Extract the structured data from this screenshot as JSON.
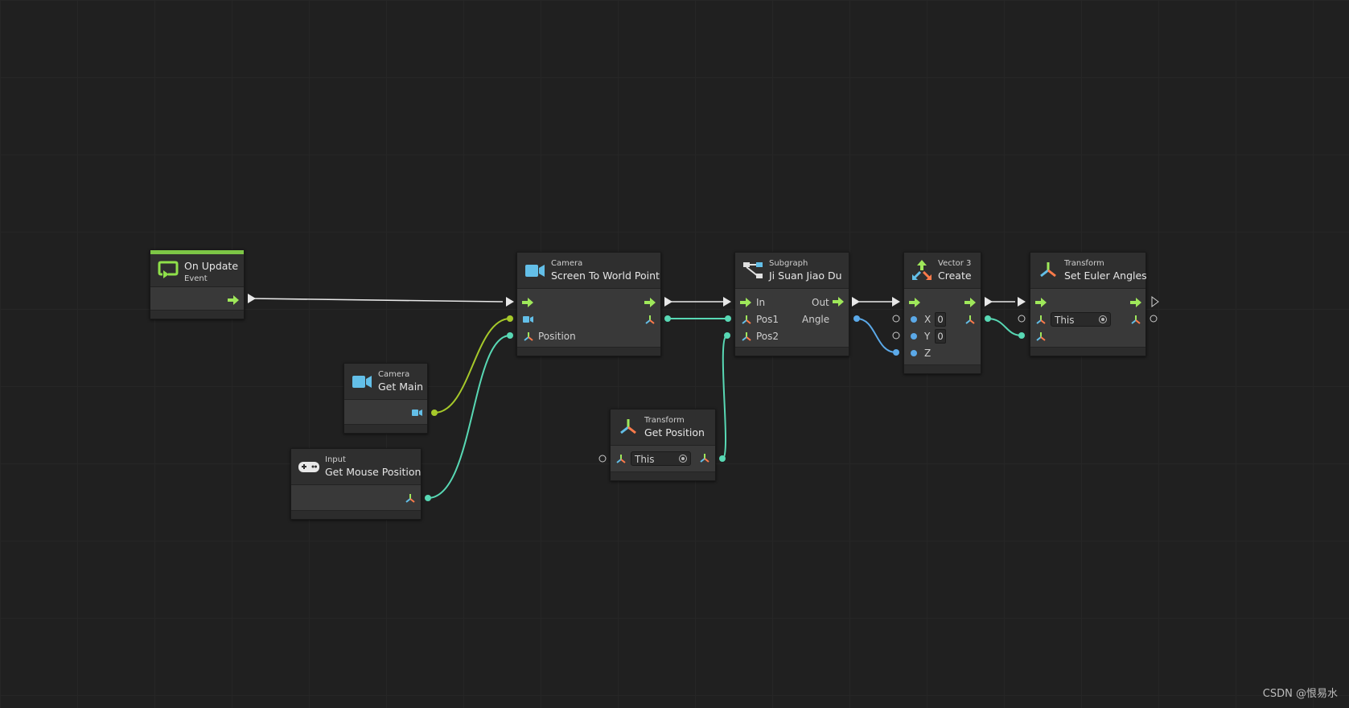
{
  "nodes": {
    "on_update": {
      "title": "On Update",
      "subtitle": "Event"
    },
    "screen_to_world": {
      "category": "Camera",
      "title": "Screen To World Point",
      "port_position": "Position"
    },
    "get_main": {
      "category": "Camera",
      "title": "Get Main"
    },
    "mouse_pos": {
      "category": "Input",
      "title": "Get Mouse Position"
    },
    "subgraph": {
      "category": "Subgraph",
      "title": "Ji Suan Jiao Du",
      "in_label": "In",
      "out_label": "Out",
      "pos1_label": "Pos1",
      "angle_label": "Angle",
      "pos2_label": "Pos2"
    },
    "get_position": {
      "category": "Transform",
      "title": "Get Position",
      "target_value": "This"
    },
    "vector3": {
      "category": "Vector 3",
      "title": "Create",
      "x_label": "X",
      "x_value": "0",
      "y_label": "Y",
      "y_value": "0",
      "z_label": "Z"
    },
    "set_euler": {
      "category": "Transform",
      "title": "Set Euler Angles",
      "target_value": "This"
    }
  },
  "watermark": "CSDN @恨易水",
  "colors": {
    "flow": "#9fe85a",
    "camera": "#63bfe8",
    "vector": "#58d8b4",
    "float": "#5ba9e8",
    "object_wire": "#a6c92a",
    "event_bar": "#7dc646"
  }
}
